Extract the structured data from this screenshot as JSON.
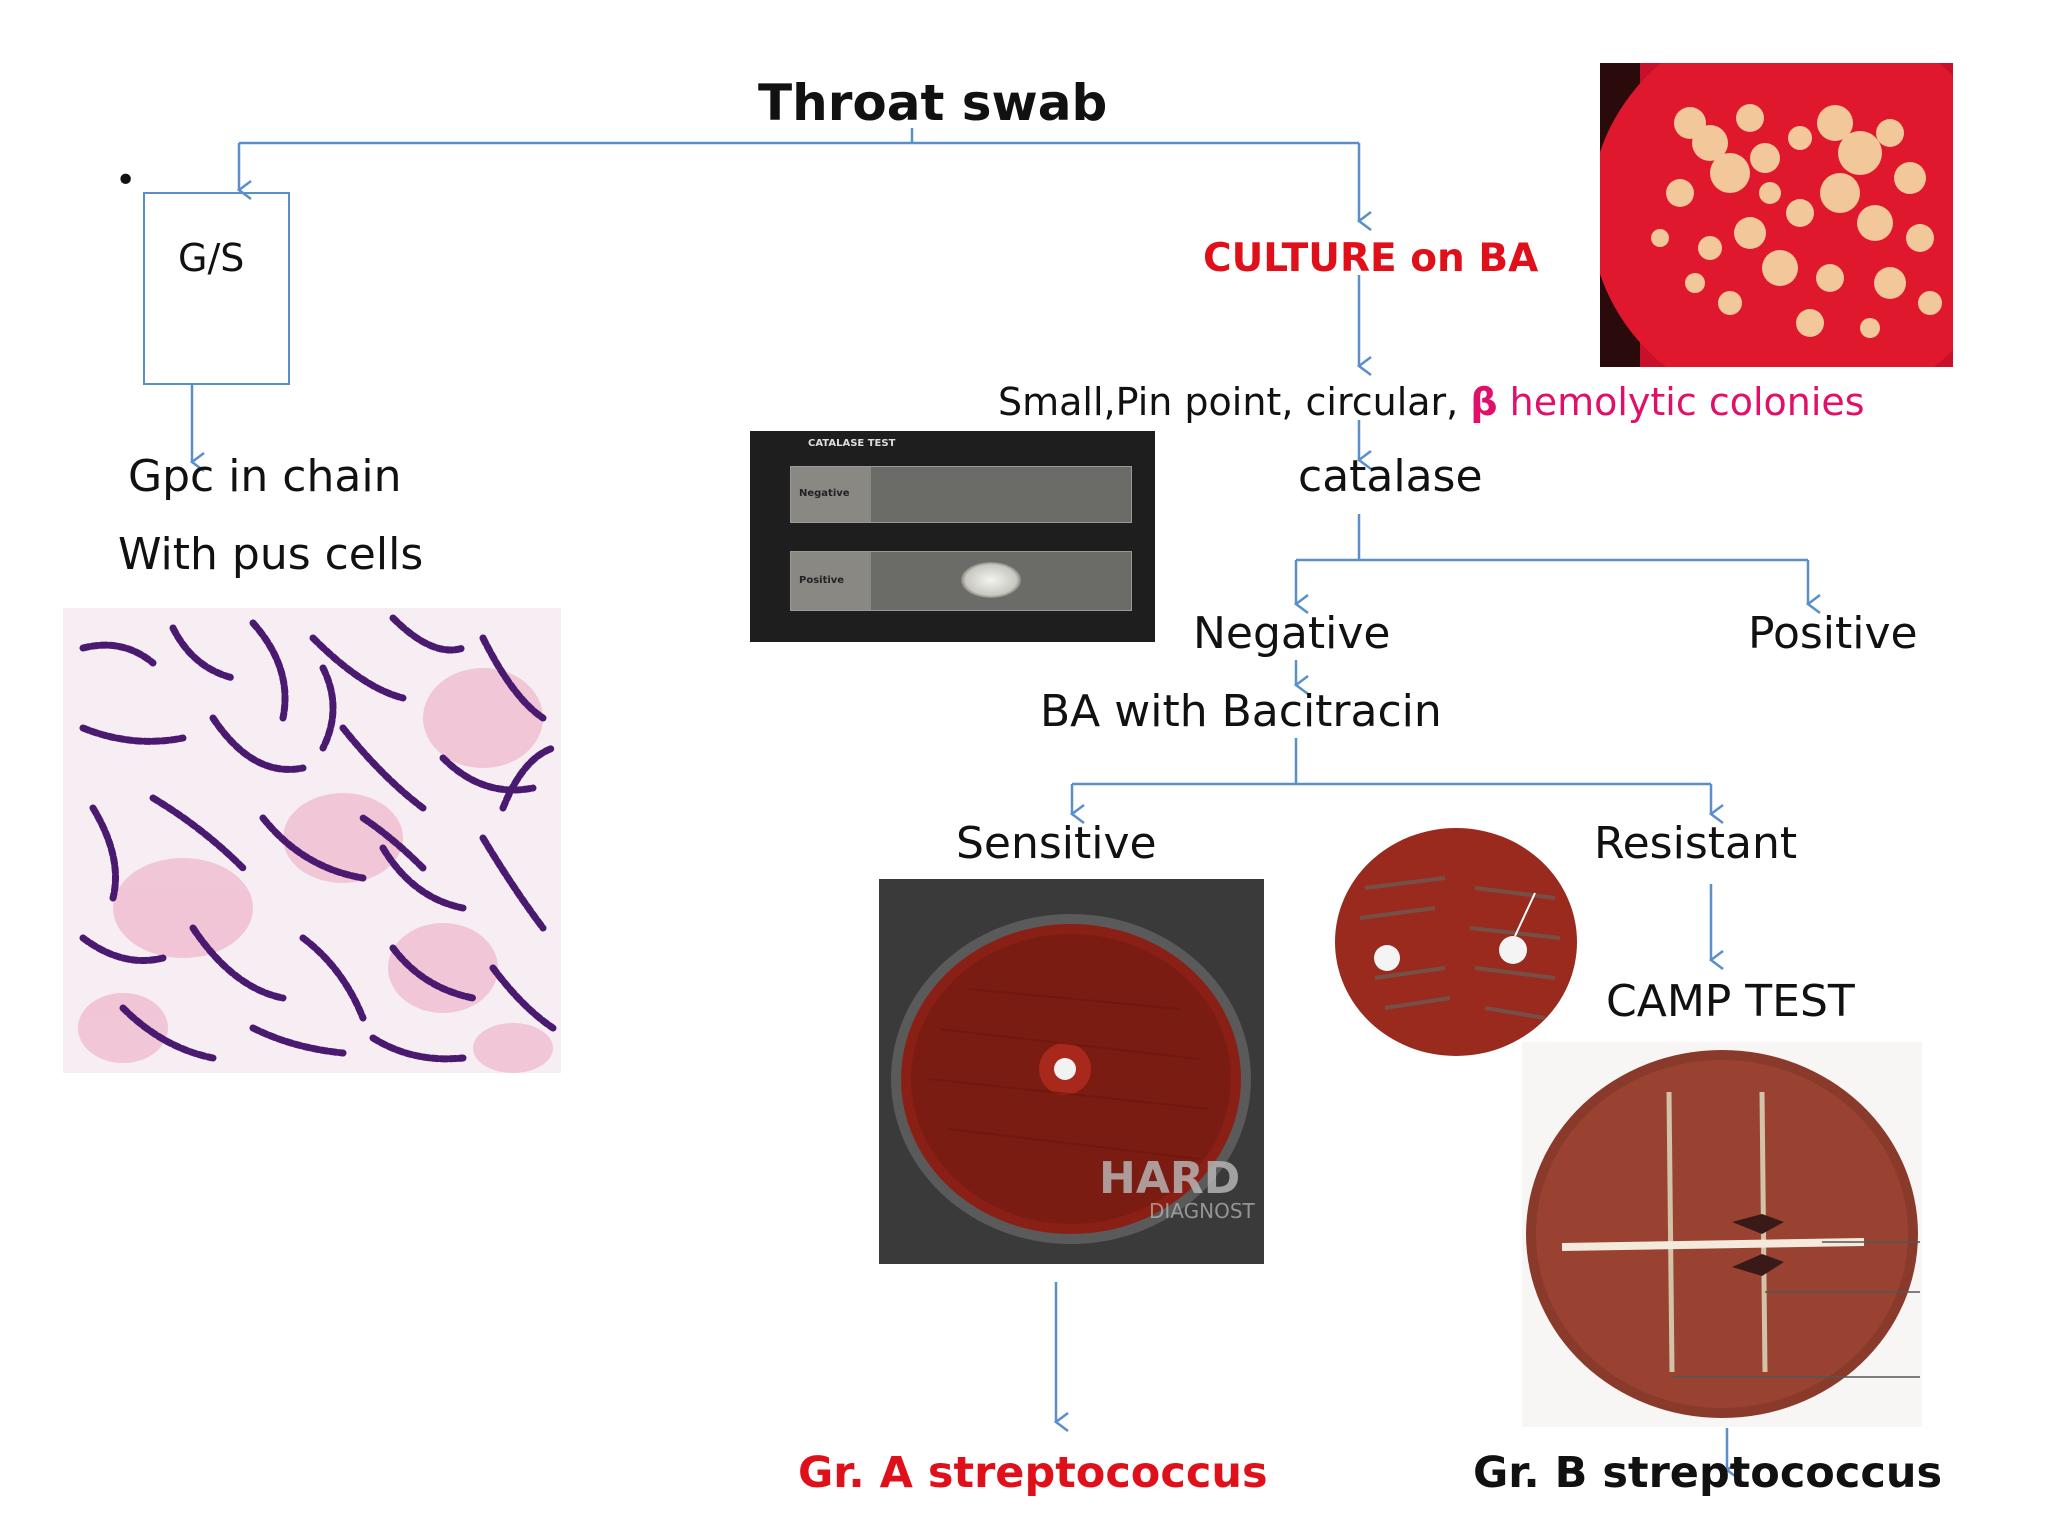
{
  "title": "Throat swab",
  "bullet": "•",
  "left": {
    "gs_label": "G/S",
    "result_line1": "Gpc in chain",
    "result_line2": "With pus cells"
  },
  "right": {
    "culture": "CULTURE on BA",
    "colonies_text": "Small,Pin point, circular, ",
    "beta_symbol": "β",
    "hemolytic_text": " hemolytic colonies",
    "catalase": "catalase",
    "negative": "Negative",
    "positive": "Positive",
    "bacitracin": "BA with Bacitracin",
    "sensitive": "Sensitive",
    "resistant": "Resistant",
    "camp_test": "CAMP TEST",
    "gr_a": "Gr. A streptococcus",
    "gr_b": "Gr. B streptococcus"
  },
  "catalase_photo": {
    "heading": "CATALASE TEST",
    "negative_label": "Negative",
    "positive_label": "Positive"
  },
  "sensitive_photo": {
    "watermark": "HARD",
    "watermark2": "DIAGNOST"
  },
  "colors": {
    "arrow": "#5b8fc9",
    "accent_red": "#e0101a",
    "accent_pink": "#e0106a"
  }
}
